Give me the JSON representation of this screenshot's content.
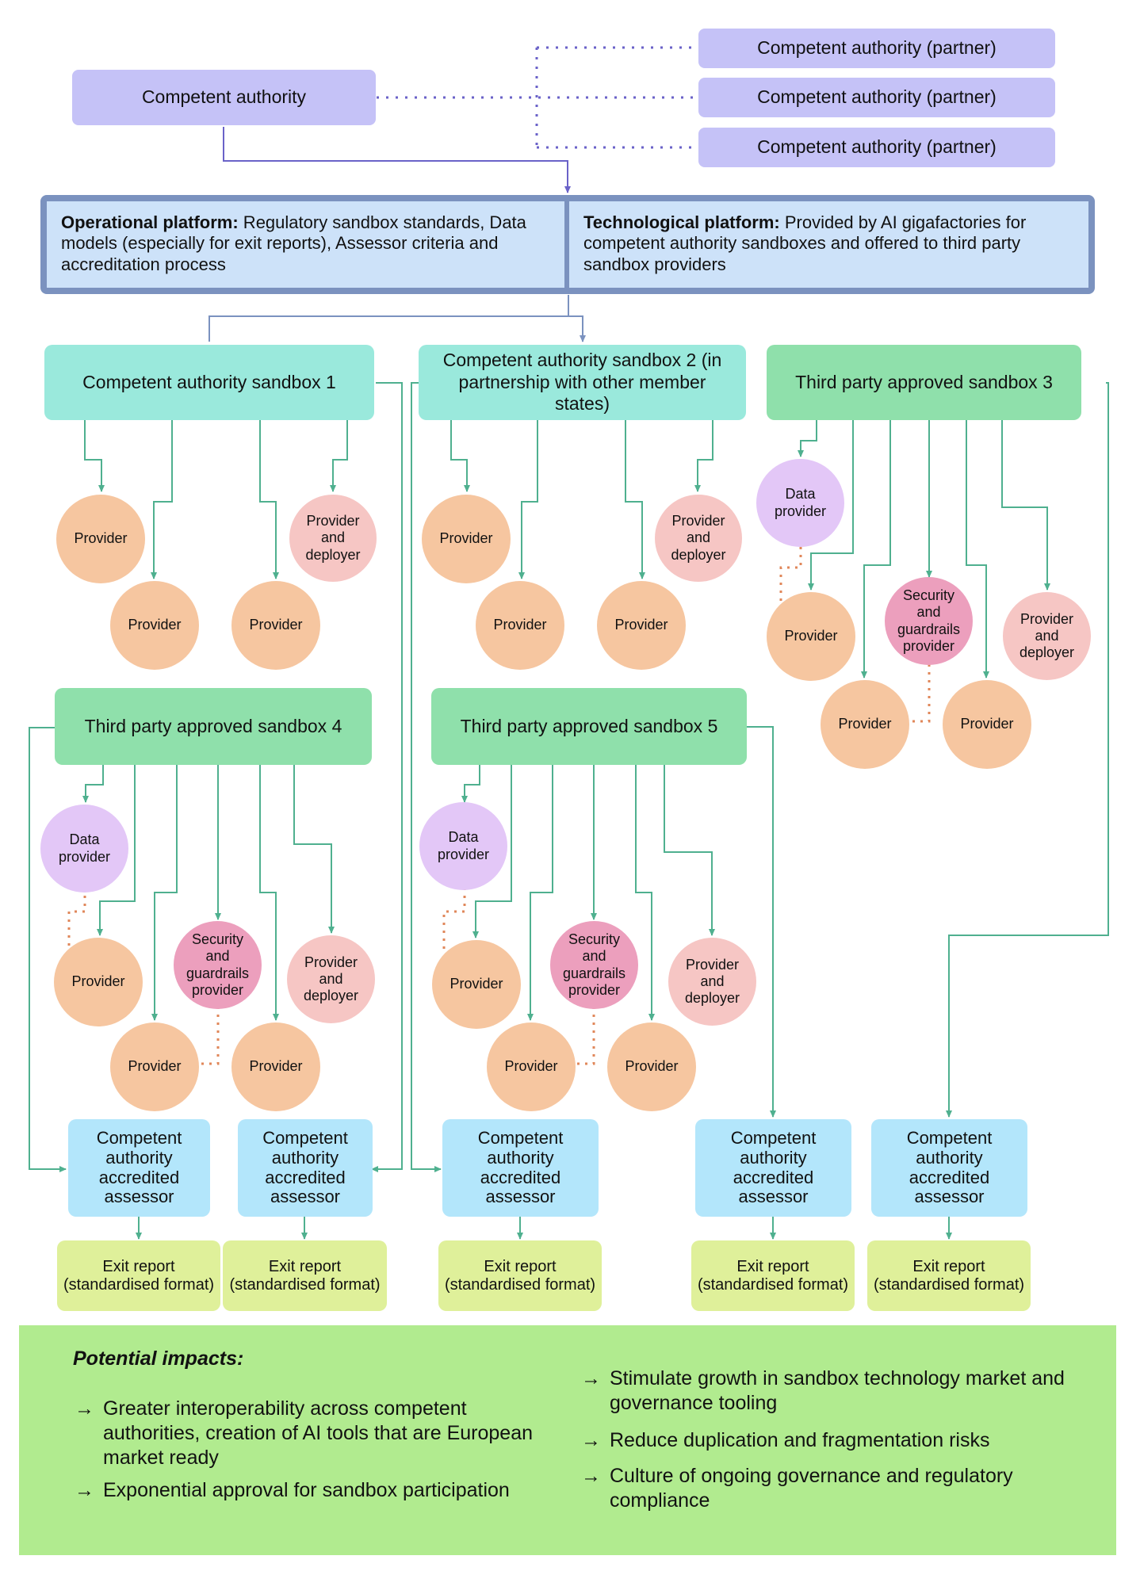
{
  "competent_authority": "Competent authority",
  "partners": [
    "Competent authority (partner)",
    "Competent authority (partner)",
    "Competent authority (partner)"
  ],
  "platform": {
    "operational": {
      "title": "Operational platform:",
      "text": " Regulatory sandbox standards, Data models (especially for exit reports), Assessor criteria and accreditation process"
    },
    "technological": {
      "title": "Technological platform:",
      "text": " Provided by AI gigafactories for competent authority sandboxes and offered to third party sandbox providers"
    }
  },
  "sandboxes": [
    "Competent authority sandbox 1",
    "Competent authority sandbox 2 (in partnership with other member states)",
    "Third party approved sandbox 3",
    "Third party approved sandbox 4",
    "Third party approved sandbox 5"
  ],
  "participants": {
    "provider": "Provider",
    "provider_deployer": "Provider and deployer",
    "data_provider": "Data provider",
    "security_provider": "Security and guardrails provider"
  },
  "assessor": "Competent authority accredited assessor",
  "exit_report": "Exit report (standardised format)",
  "impacts": {
    "title": "Potential impacts:",
    "arrow": "→",
    "left": [
      "Greater interoperability across competent authorities, creation of AI tools that are European market ready",
      "Exponential approval for sandbox participation"
    ],
    "right": [
      "Stimulate growth in sandbox technology market and governance tooling",
      "Reduce duplication and fragmentation risks",
      "Culture of ongoing governance and regulatory compliance"
    ]
  },
  "colors": {
    "competent_authority": "#c5c2f7",
    "platform": "#cde2f9",
    "platform_border": "#7b92bf",
    "ca_sandbox": "#9ae9dc",
    "third_party_sandbox": "#8fe0ab",
    "provider": "#f6c6a0",
    "provider_deployer": "#f6c6c4",
    "data_provider": "#e3c7f7",
    "security_provider": "#ec9fbd",
    "assessor": "#b3e6fb",
    "exit_report": "#dff09a",
    "impacts": "#b1eb8f",
    "connector": "#4fb08f",
    "top_connector": "#6a62c8",
    "dotted_link": "#e0875a"
  }
}
